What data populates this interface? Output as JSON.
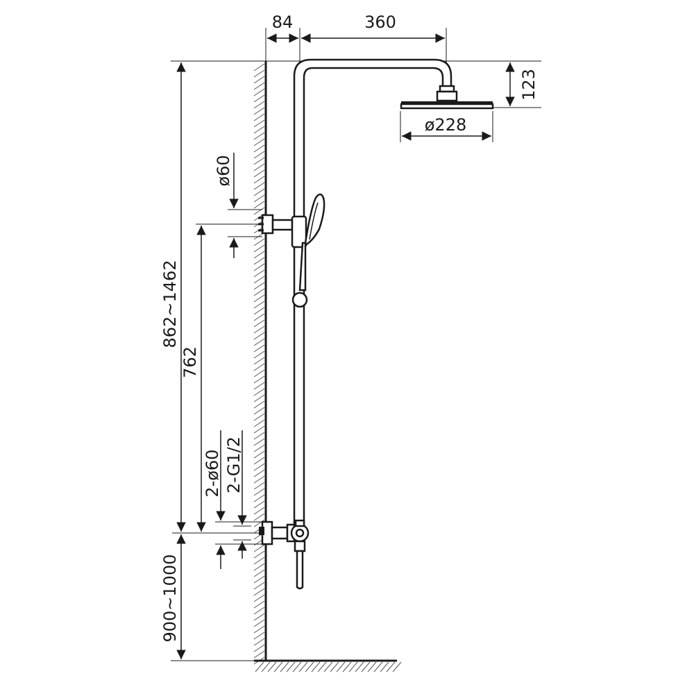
{
  "dimensions": {
    "wall_offset": "84",
    "arm_reach": "360",
    "head_drop": "123",
    "head_diameter": "ø228",
    "holder_diameter": "ø60",
    "total_height": "862~1462",
    "inlet_to_holder": "762",
    "inlet_plate_diameter": "2-ø60",
    "inlet_thread": "2-G1/2",
    "inlet_height": "900~1000"
  },
  "colors": {
    "line": "#1a1a1a",
    "hatch": "#555555",
    "background": "#ffffff"
  }
}
